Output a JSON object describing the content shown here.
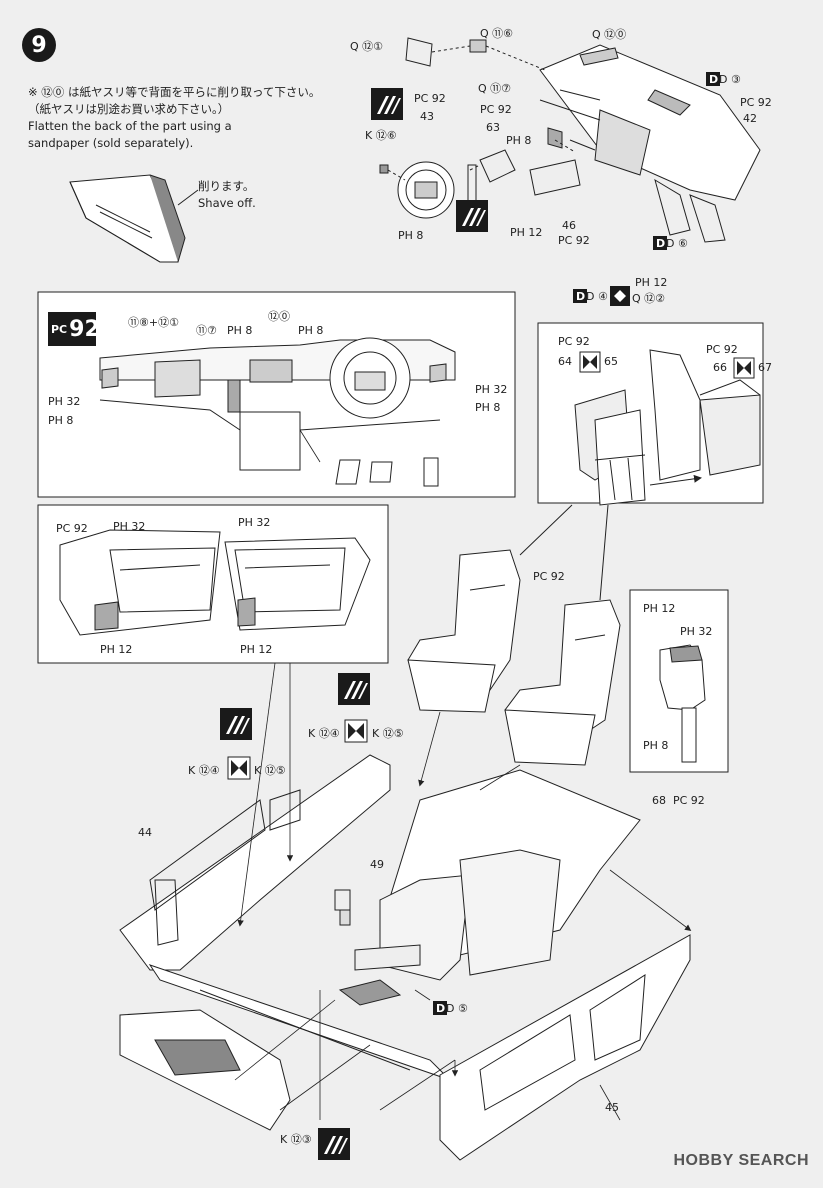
{
  "step": {
    "number": "9"
  },
  "note": {
    "jp_line1": "※ ⑫⓪ は紙ヤスリ等で背面を平らに削り取って下さい。",
    "jp_line2": "（紙ヤスリは別途お買い求め下さい。）",
    "en_line1": "Flatten the back of the part using a",
    "en_line2": "sandpaper (sold separately)."
  },
  "shave": {
    "jp": "削ります。",
    "en": "Shave off."
  },
  "paint_box": {
    "pc": "PC",
    "num": "92"
  },
  "watermark": {
    "text": "HOBBY SEARCH"
  },
  "labels": {
    "q121": "Q ⑫①",
    "q116": "Q ⑪⑥",
    "q120": "Q ⑫⓪",
    "q117": "Q ⑪⑦",
    "d3": "D ③",
    "d6": "D ⑥",
    "d4": "D ④",
    "d5": "D ⑤",
    "q122": "Q ⑫②",
    "pc92": "PC 92",
    "ph8": "PH 8",
    "ph12": "PH 12",
    "ph32": "PH 32",
    "k126": "K ⑫⑥",
    "k124": "K ⑫④",
    "k125": "K ⑫⑤",
    "k123": "K ⑫③",
    "p42": "42",
    "p43": "43",
    "p44": "44",
    "p45": "45",
    "p46": "46",
    "p49": "49",
    "p63": "63",
    "p64": "64",
    "p65": "65",
    "p66": "66",
    "p67": "67",
    "p68": "68",
    "c118_121": "⑪⑧+⑫①",
    "c117": "⑪⑦",
    "c120": "⑫⓪"
  }
}
